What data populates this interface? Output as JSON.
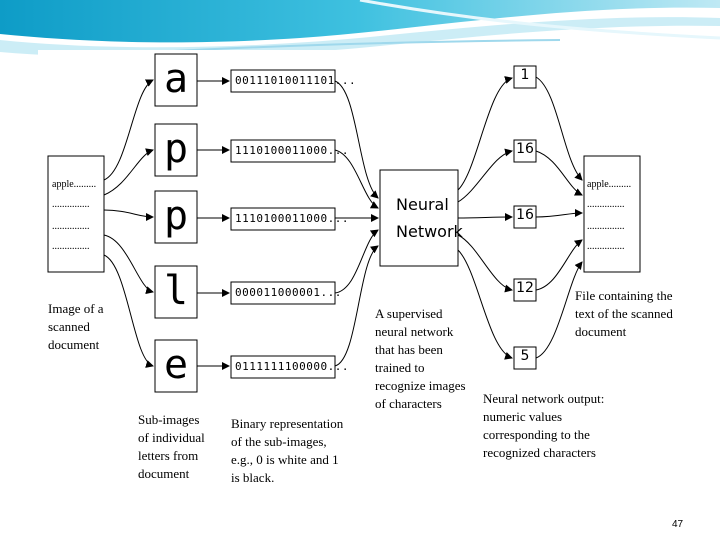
{
  "slide_number": "47",
  "input_document": {
    "lines": [
      "apple.........",
      "...............",
      "...............",
      "..............."
    ],
    "caption": [
      "Image of a",
      "scanned",
      "document"
    ]
  },
  "letters": [
    "a",
    "p",
    "p",
    "l",
    "e"
  ],
  "binary_codes": [
    "00111010011101...",
    "1110100011000...",
    "1110100011000...",
    "000011000001...",
    "0111111100000..."
  ],
  "neural_network": {
    "label_lines": [
      "Neural",
      "Network"
    ]
  },
  "outputs": [
    "1",
    "16",
    "16",
    "12",
    "5"
  ],
  "output_document": {
    "lines": [
      "apple.........",
      "...............",
      "...............",
      "..............."
    ],
    "caption": [
      "File containing the",
      "text of the scanned",
      "document"
    ]
  },
  "captions": {
    "sub_images": [
      "Sub-images",
      "of individual",
      "letters from",
      "document"
    ],
    "binary": [
      "Binary representation",
      "of the sub-images,",
      "e.g., 0 is white and 1",
      "is black."
    ],
    "network": [
      "A supervised",
      "neural network",
      "that has been",
      "trained to",
      "recognize images",
      "of characters"
    ],
    "output": [
      "Neural network output:",
      "numeric values",
      "corresponding to the",
      "recognized characters"
    ]
  }
}
